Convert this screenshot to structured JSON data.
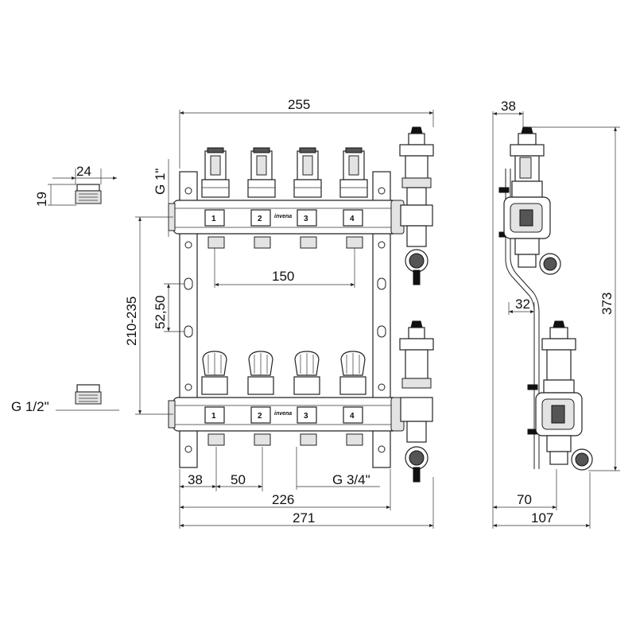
{
  "brand": "invena",
  "front_view": {
    "dimensions": {
      "overall_top": "255",
      "outlet_spacing_top": "150",
      "header_spacing": "210-235",
      "bracket_spacing": "52,50",
      "inlet_thread": "G 1\"",
      "first_offset": "38",
      "outlet_pitch": "50",
      "outlet_thread": "G 3/4\"",
      "body_length": "226",
      "overall_length": "271"
    },
    "supply_circuits": [
      "1",
      "2",
      "3",
      "4"
    ],
    "return_circuits": [
      "1",
      "2",
      "3",
      "4"
    ]
  },
  "adapter_detail": {
    "width": "24",
    "height": "19",
    "thread": "G 1/2\""
  },
  "side_view": {
    "dimensions": {
      "top_width": "38",
      "mid_offset": "32",
      "total_height": "373",
      "depth_inner": "70",
      "depth_total": "107"
    }
  }
}
